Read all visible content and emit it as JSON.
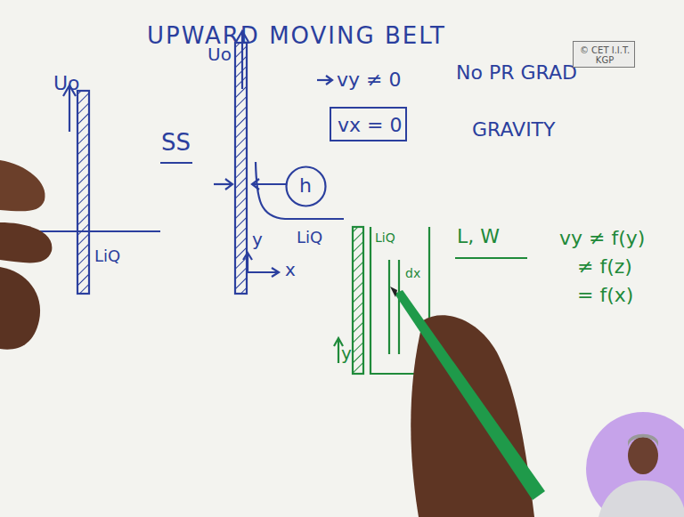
{
  "diagram": {
    "title": "UPWARD MOVING BELT",
    "nodes": [
      {
        "text": [
          "© CET I.I.T. KGP"
        ]
      },
      {
        "text": [
          "vx = 0"
        ]
      },
      {
        "text": [
          "h"
        ]
      }
    ],
    "labels": [
      "Uo",
      "LiQ",
      "Uo",
      "SS",
      "y",
      "x",
      "LiQ",
      "vy ≠ 0",
      "No PR GRAD",
      "GRAVITY",
      "LiQ",
      "dx",
      "y",
      "L, W",
      "vy ≠ f(y)",
      "≠ f(z)",
      "= f(x)"
    ]
  }
}
